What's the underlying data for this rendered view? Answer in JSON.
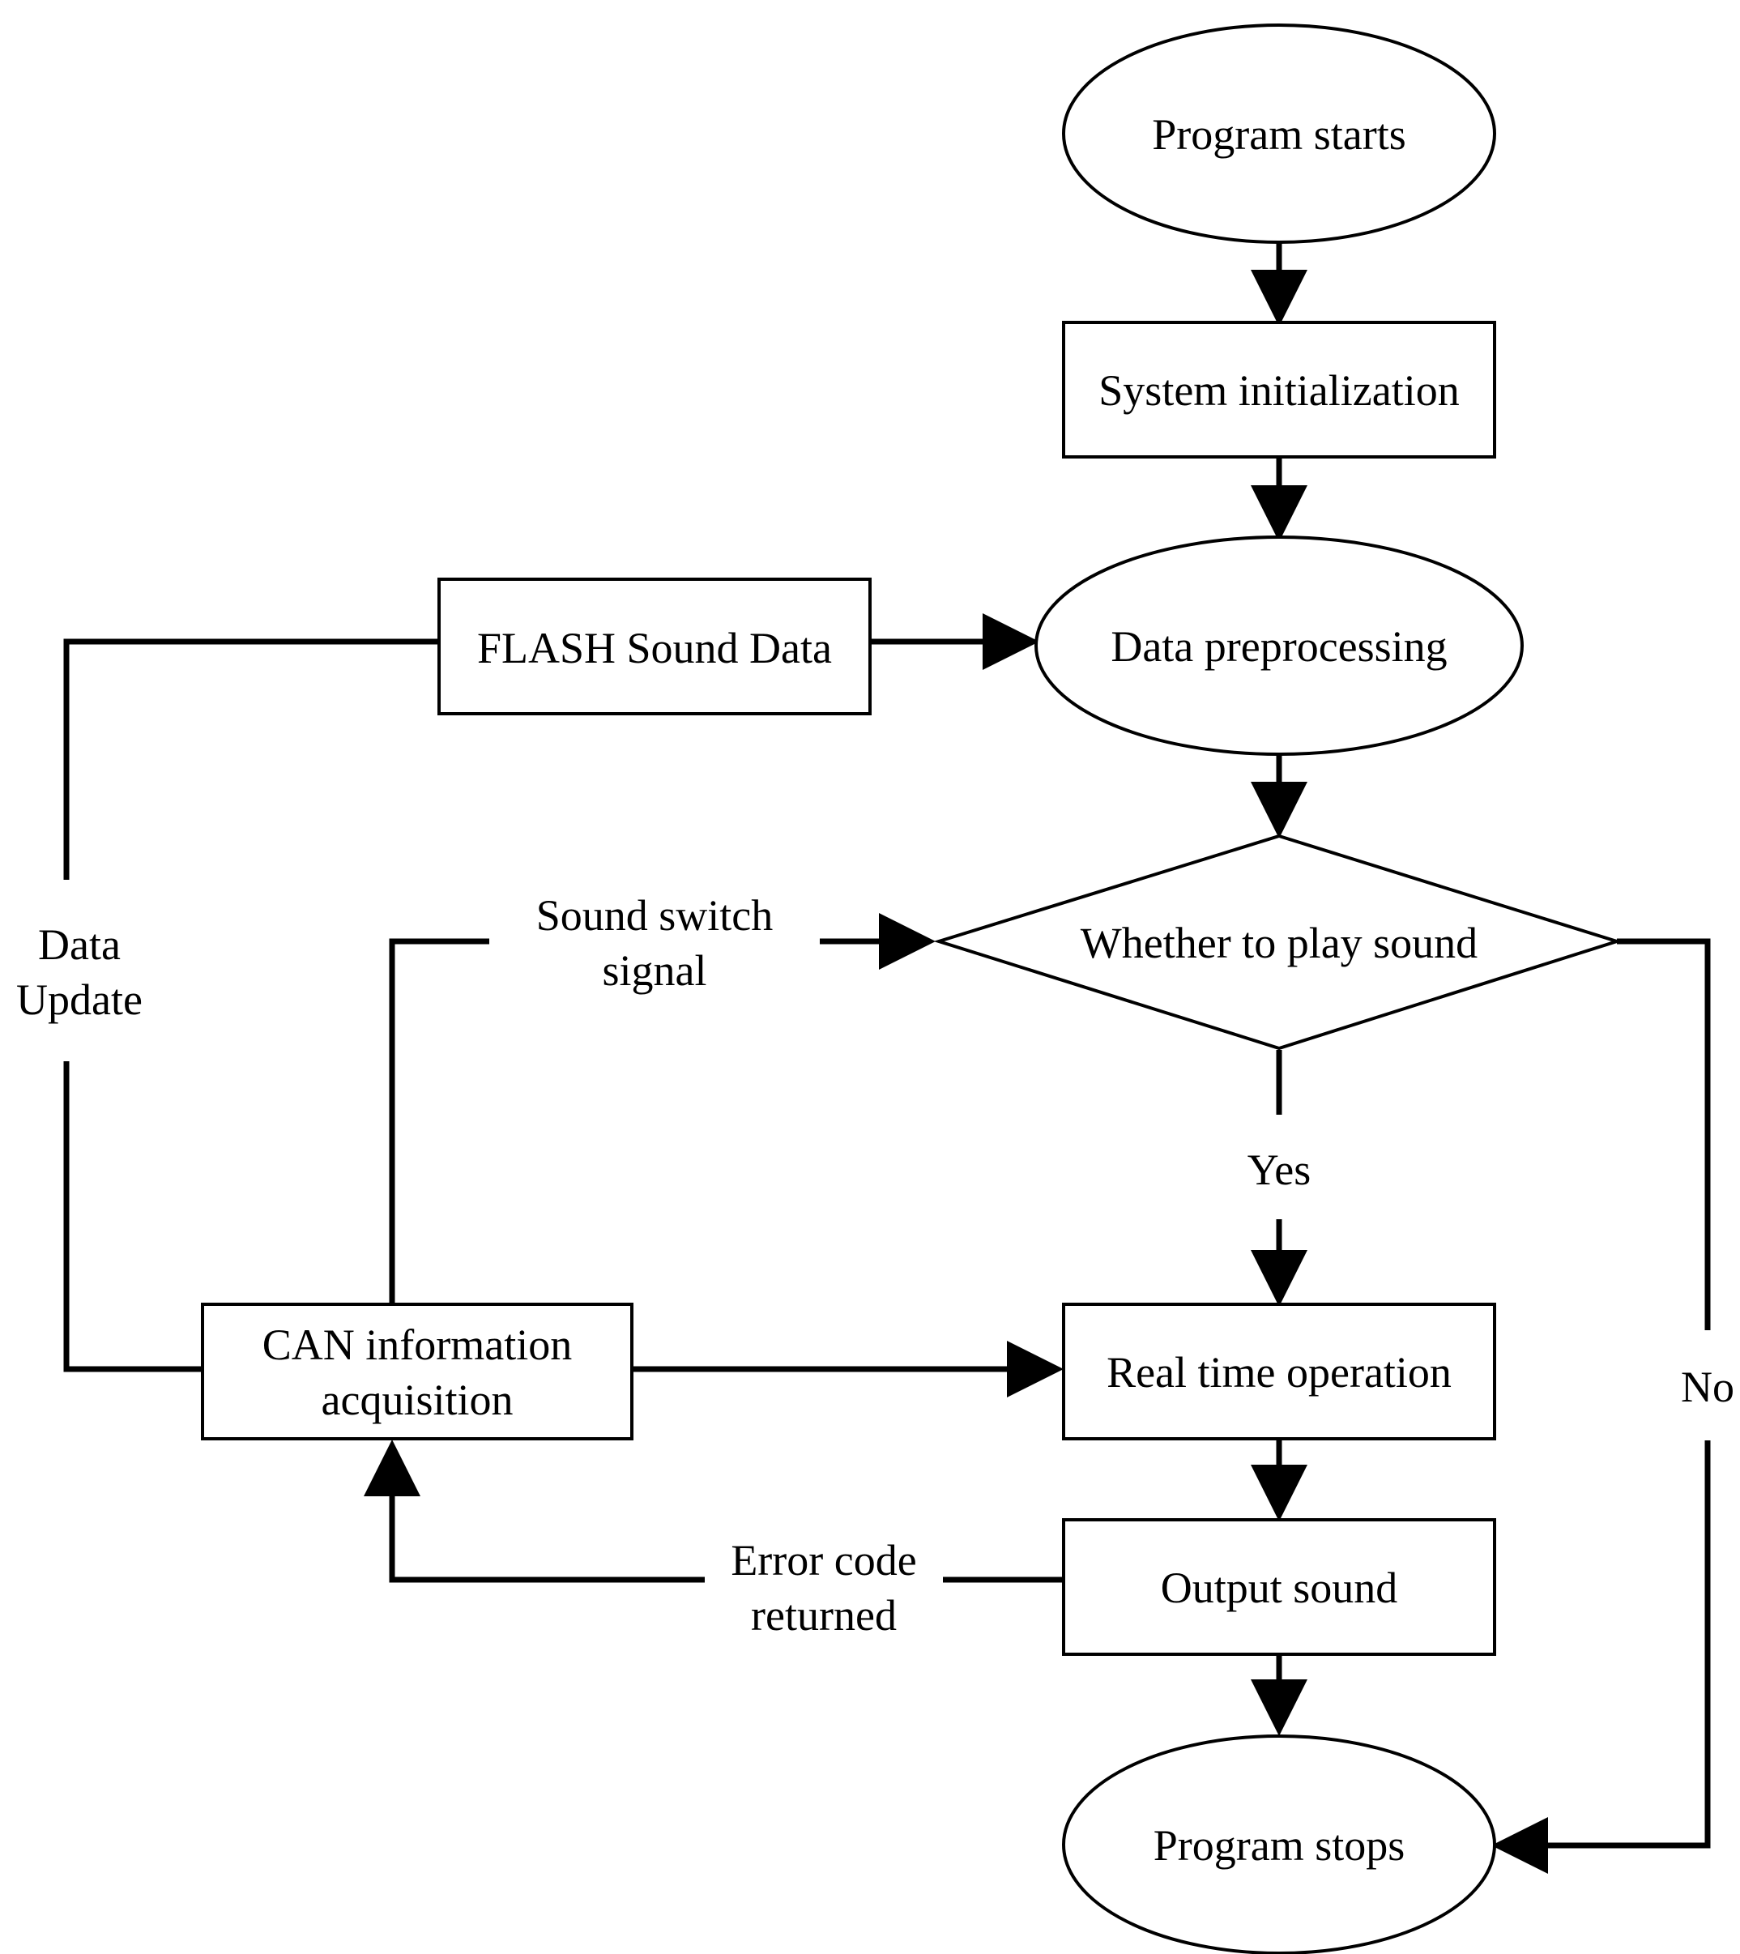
{
  "nodes": {
    "program_starts": "Program starts",
    "system_initialization": "System initialization",
    "data_preprocessing": "Data preprocessing",
    "flash_sound_data": "FLASH Sound Data",
    "decision": "Whether to play sound",
    "real_time_operation": "Real time operation",
    "output_sound": "Output sound",
    "program_stops": "Program stops",
    "can_line1": "CAN information",
    "can_line2": "acquisition"
  },
  "labels": {
    "data_update_line1": "Data",
    "data_update_line2": "Update",
    "sound_switch_line1": "Sound switch",
    "sound_switch_line2": "signal",
    "yes": "Yes",
    "no": "No",
    "error_code_line1": "Error code",
    "error_code_line2": "returned"
  },
  "colors": {
    "stroke": "#000000",
    "fill": "#ffffff",
    "text": "#000000"
  }
}
